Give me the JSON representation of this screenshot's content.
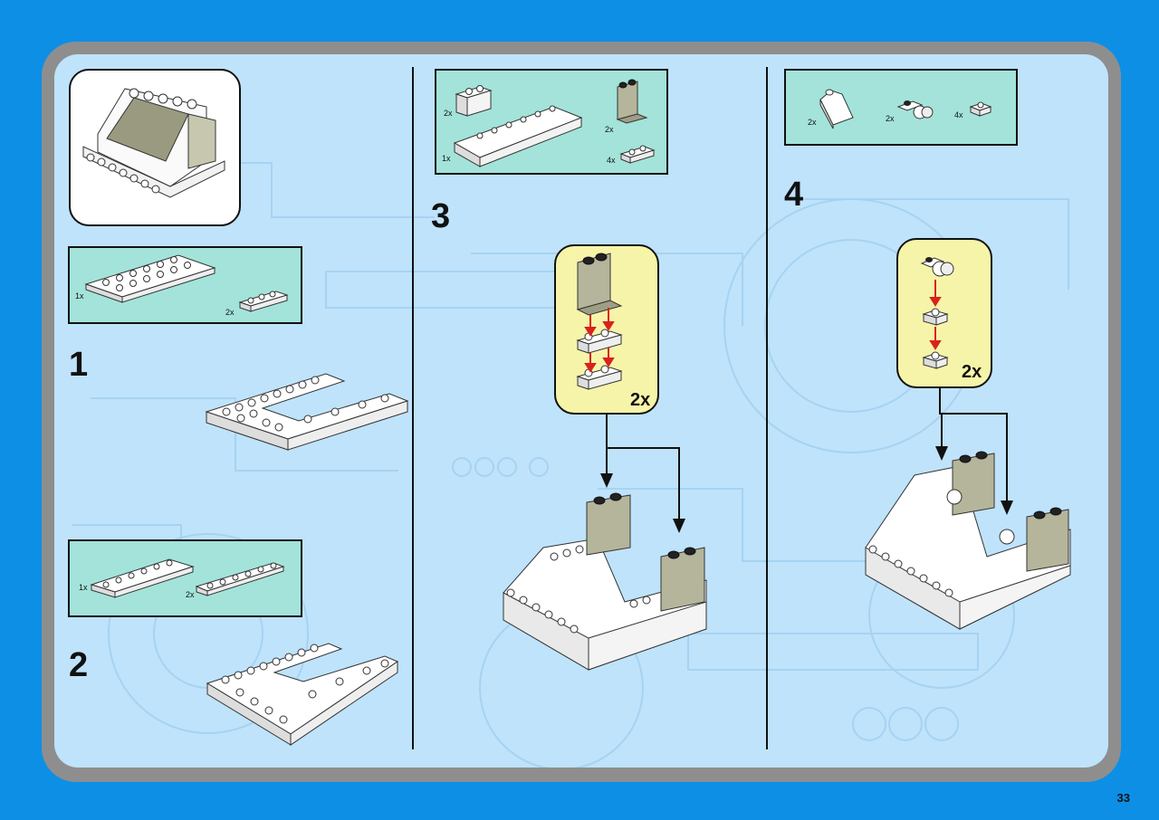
{
  "colors": {
    "page_bg": "#0d8fe6",
    "frame": "#8e8e8e",
    "panel": "#bfe3fb",
    "parts_box": "#a3e3da",
    "sub_assembly": "#f6f4a9",
    "arrow_red": "#d8231c"
  },
  "page_number": "33",
  "steps": [
    {
      "number": "1",
      "parts": [
        {
          "count": "1x",
          "part": "white-plate-6x10-icon"
        },
        {
          "count": "2x",
          "part": "white-plate-1x4-icon"
        }
      ]
    },
    {
      "number": "2",
      "parts": [
        {
          "count": "1x",
          "part": "white-plate-2x6-icon"
        },
        {
          "count": "2x",
          "part": "white-plate-1x6-icon"
        }
      ]
    },
    {
      "number": "3",
      "parts": [
        {
          "count": "2x",
          "part": "white-brick-1x2-icon"
        },
        {
          "count": "1x",
          "part": "white-slope-2x6-icon"
        },
        {
          "count": "2x",
          "part": "trans-black-panel-icon"
        },
        {
          "count": "4x",
          "part": "white-plate-1x2-icon"
        }
      ],
      "sub_multiplier": "2x"
    },
    {
      "number": "4",
      "parts": [
        {
          "count": "2x",
          "part": "white-slope-1x2-icon"
        },
        {
          "count": "2x",
          "part": "clip-piece-icon"
        },
        {
          "count": "4x",
          "part": "white-plate-1x1-icon"
        }
      ],
      "sub_multiplier": "2x"
    }
  ]
}
